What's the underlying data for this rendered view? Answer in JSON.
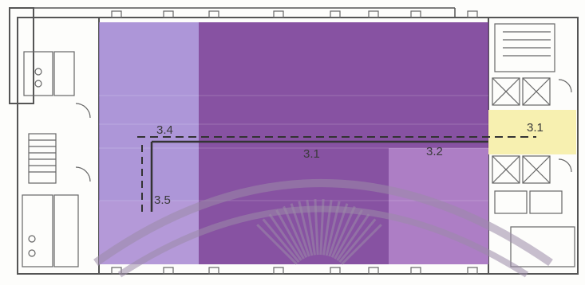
{
  "zones": [
    {
      "id": "left-light",
      "color": "#9b7fcf"
    },
    {
      "id": "center-dark",
      "color": "#7a3f98"
    },
    {
      "id": "right-pink",
      "color": "#b183c9"
    },
    {
      "id": "yellow-strip",
      "color": "#f7f0b0"
    }
  ],
  "labels": {
    "l31_right": "3.1",
    "l31_center": "3.1",
    "l32": "3.2",
    "l34": "3.4",
    "l35": "3.5"
  },
  "colors": {
    "wall": "#555555",
    "dashed_line": "#333333",
    "watermark": "#8a8a8a"
  }
}
